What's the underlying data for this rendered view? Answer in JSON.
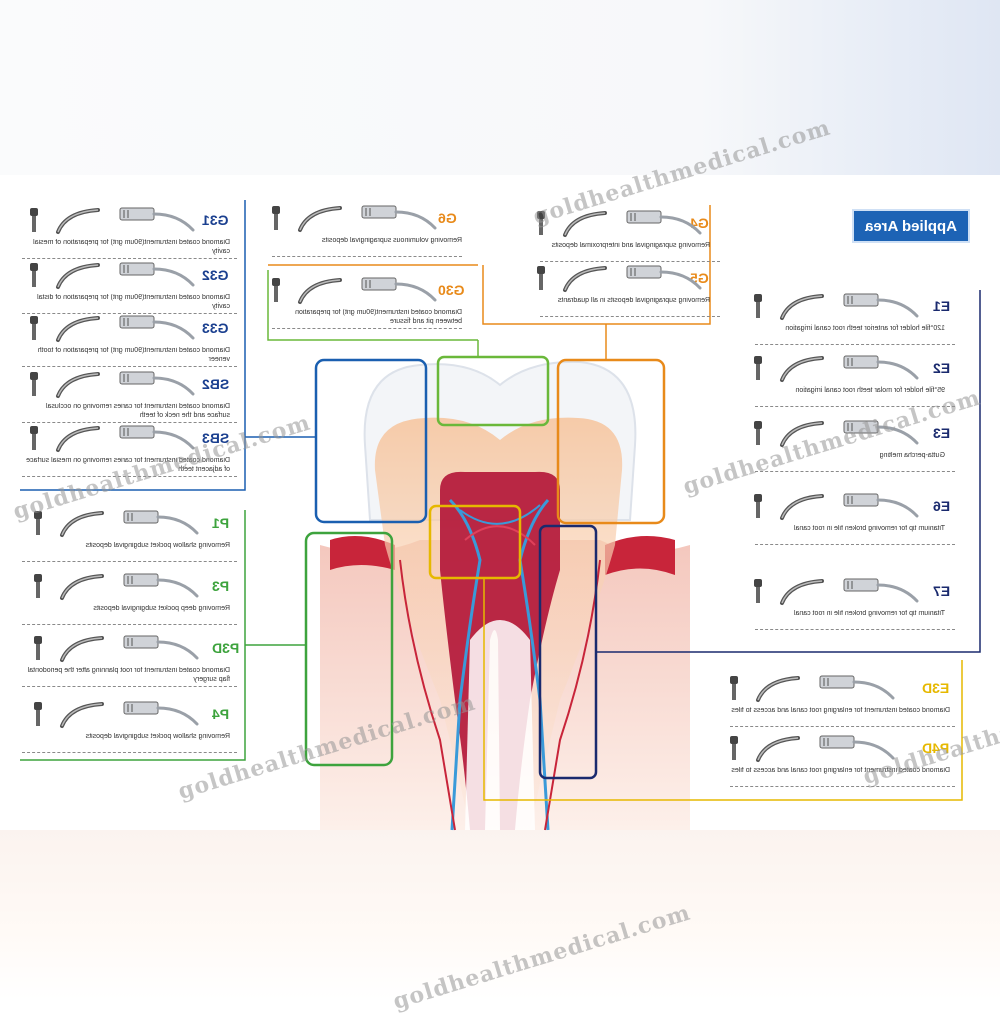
{
  "header": {
    "applied_area_label": "Applied Area"
  },
  "watermark": "goldhealthmedical.com",
  "groups": {
    "left_top": [
      {
        "code": "G31",
        "desc": "Diamond coated instrument(90um grit) for preparation of mesial cavity"
      },
      {
        "code": "G32",
        "desc": "Diamond coated instrument(90um grit) for preparation of distal cavity"
      },
      {
        "code": "G33",
        "desc": "Diamond coated instrument(90um grit) for preparation of tooth veneer"
      },
      {
        "code": "SB2",
        "desc": "Diamond coated instrument for caries removing on occlusal surface and the neck of teeth"
      },
      {
        "code": "SB3",
        "desc": "Diamond coated instrument for caries removing on mesial surface of adjacent teeth"
      }
    ],
    "left_bottom": [
      {
        "code": "P1",
        "desc": "Removing shallow pocket subgingival deposits"
      },
      {
        "code": "P3",
        "desc": "Removing deep pocket subgingival deposits"
      },
      {
        "code": "P3D",
        "desc": "Diamond coated instrument for root planning after the periodontal flap surgery"
      },
      {
        "code": "P4",
        "desc": "Removing shallow pocket subgingival deposits"
      }
    ],
    "top_middle": [
      {
        "code": "G6",
        "desc": "Removing voluminous supragingival deposits"
      },
      {
        "code": "G30",
        "desc": "Diamond coated instrument(90um grit) for preparation between pit and fissure"
      }
    ],
    "top_right": [
      {
        "code": "G4",
        "desc": "Removing supragingival and interproximal deposits"
      },
      {
        "code": "G5",
        "desc": "Removing supragingival deposits in all quadrants"
      }
    ],
    "right": [
      {
        "code": "E1",
        "desc": "120°file holder for anterior teeth root canal irrigation"
      },
      {
        "code": "E2",
        "desc": "95°file holder for molar teeth root canal irrigation"
      },
      {
        "code": "E3",
        "desc": "Gutta-percha melting"
      },
      {
        "code": "E6",
        "desc": "Titanium tip for removing broken file in root canal"
      },
      {
        "code": "E7",
        "desc": "Titanium tip for removing broken file in root canal"
      }
    ],
    "bottom_right": [
      {
        "code": "E3D",
        "desc": "Diamond coated instrument for enlarging root canal and access to files"
      },
      {
        "code": "P4D",
        "desc": "Diamond coated instrument for enlarging root canal and access to files"
      }
    ]
  },
  "colors": {
    "blue": "#1a3f8f",
    "green": "#3da33d",
    "orange": "#e88a1a",
    "yellow": "#e6b800",
    "navy": "#1a2a6e",
    "badge": "#1d63b5",
    "gum": "#c8253a",
    "pulp": "#b3183a",
    "dentin": "#f6c6a0",
    "nerve": "#3a9ad9"
  },
  "icons": [
    "scaler-tip-icon",
    "handpiece-icon",
    "wrench-icon",
    "file-holder-icon"
  ]
}
